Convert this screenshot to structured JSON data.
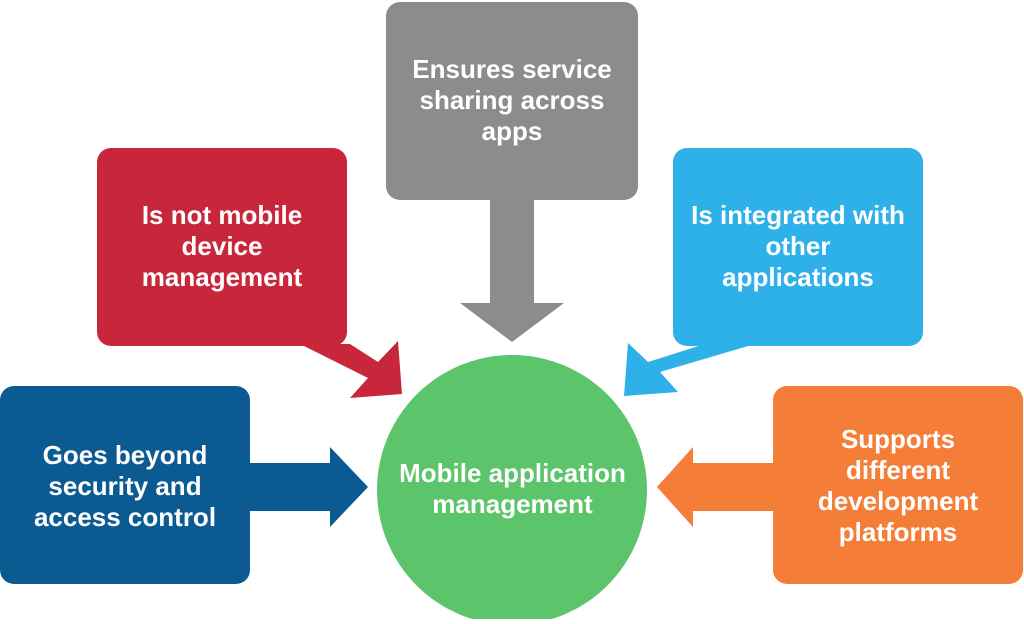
{
  "diagram": {
    "center": {
      "text": "Mobile application management",
      "color": "#5cc46a"
    },
    "nodes": [
      {
        "id": "top",
        "text": "Ensures service sharing across apps",
        "color": "#8c8c8c",
        "arrow_direction": "down"
      },
      {
        "id": "upper-left",
        "text": "Is not mobile device management",
        "color": "#c8263a",
        "arrow_direction": "down-right"
      },
      {
        "id": "upper-right",
        "text": "Is integrated with other applications",
        "color": "#2eb0e8",
        "arrow_direction": "down-left"
      },
      {
        "id": "lower-left",
        "text": "Goes beyond security and access control",
        "color": "#0b5b92",
        "arrow_direction": "right"
      },
      {
        "id": "lower-right",
        "text": "Supports different development platforms",
        "color": "#f47d37",
        "arrow_direction": "left"
      }
    ]
  }
}
